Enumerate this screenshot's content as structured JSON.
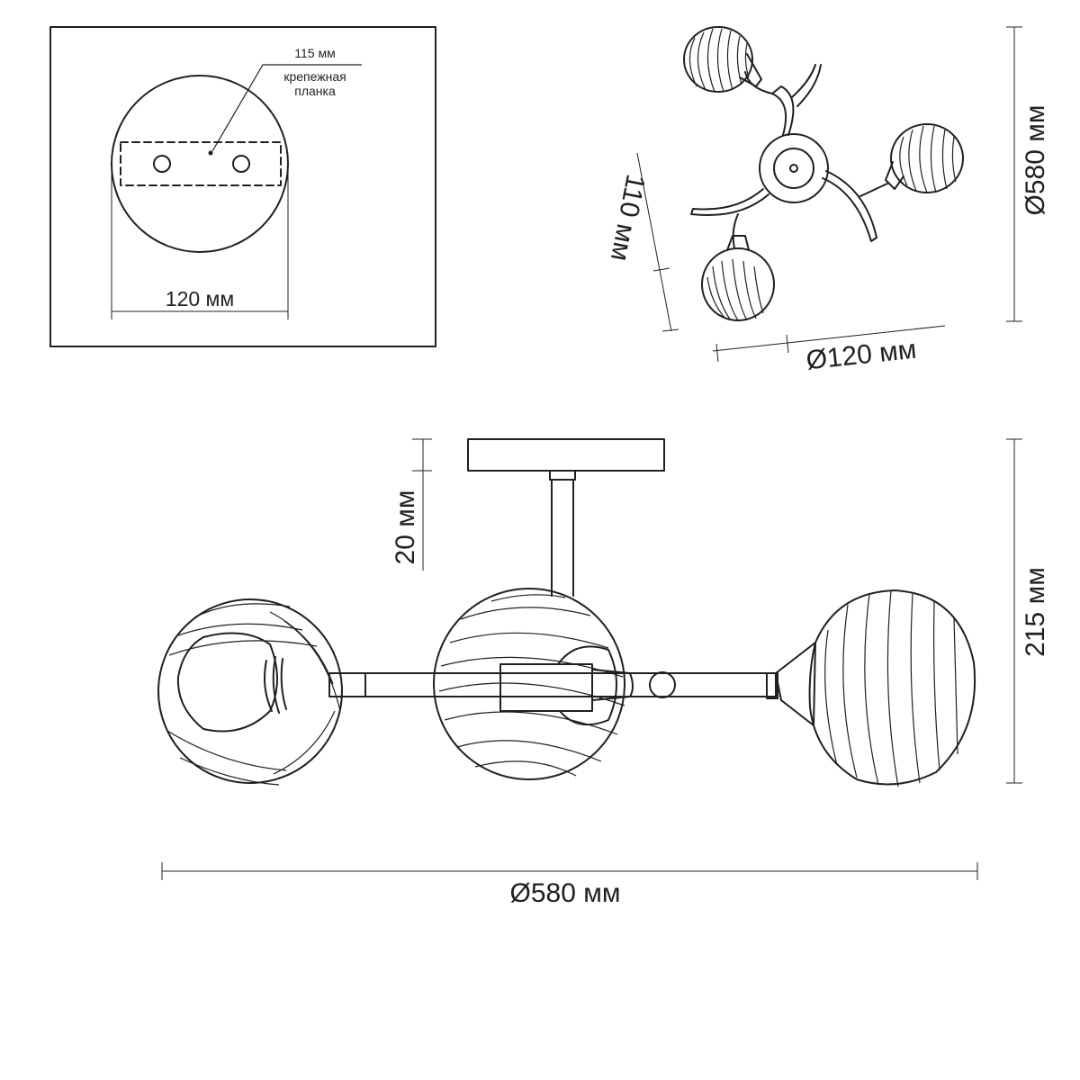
{
  "mount_panel": {
    "bar_label": "115 мм",
    "bar_name_line1": "крепежная",
    "bar_name_line2": "планка",
    "width_label": "120 мм"
  },
  "top_view": {
    "height_label": "110 мм",
    "diameter_label": "Ø120 мм",
    "span_label": "Ø580 мм"
  },
  "side_view": {
    "canopy_label": "20 мм",
    "height_label": "215 мм",
    "span_label": "Ø580 мм"
  }
}
